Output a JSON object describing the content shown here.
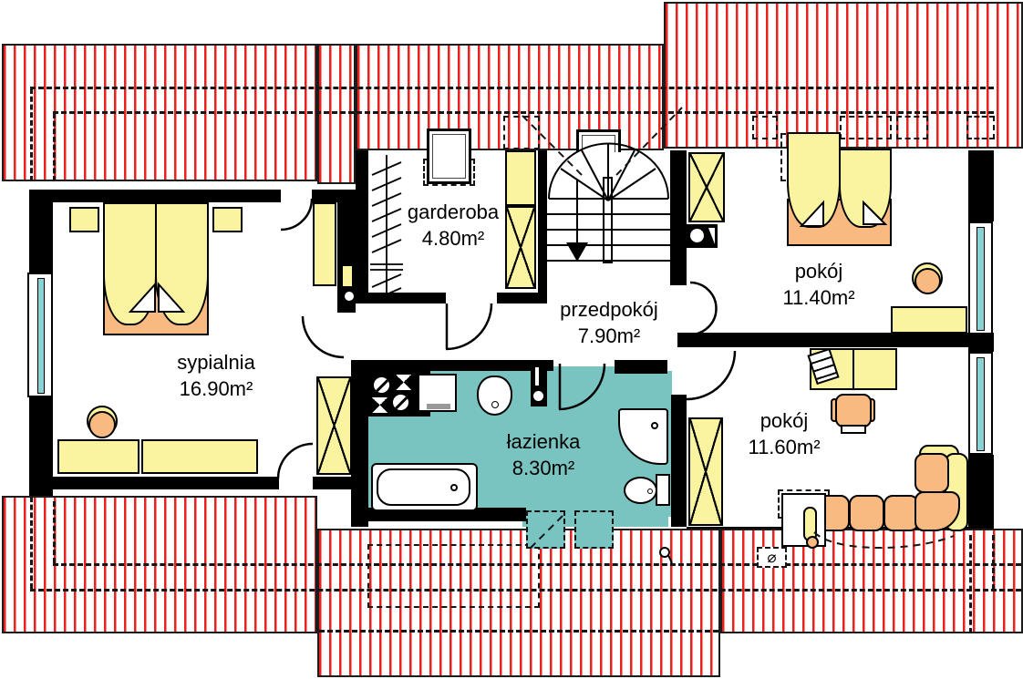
{
  "rooms": {
    "sypialnia": {
      "label": "sypialnia",
      "area": "16.90m²"
    },
    "garderoba": {
      "label": "garderoba",
      "area": "4.80m²"
    },
    "przedpokoj": {
      "label": "przedpokój",
      "area": "7.90m²"
    },
    "pokoj_gorny": {
      "label": "pokój",
      "area": "11.40m²"
    },
    "lazienka": {
      "label": "łazienka",
      "area": "8.30m²"
    },
    "pokoj_dolny": {
      "label": "pokój",
      "area": "11.60m²"
    }
  },
  "symbols": {
    "vent": "⌀"
  },
  "colors": {
    "roof_stripe": "#e8231f",
    "wall": "#000000",
    "bathroom_floor": "#79c4c0",
    "window_glass": "#8ad2d3",
    "furniture_yellow": "#faf3a0",
    "furniture_orange": "#f8ba80"
  }
}
